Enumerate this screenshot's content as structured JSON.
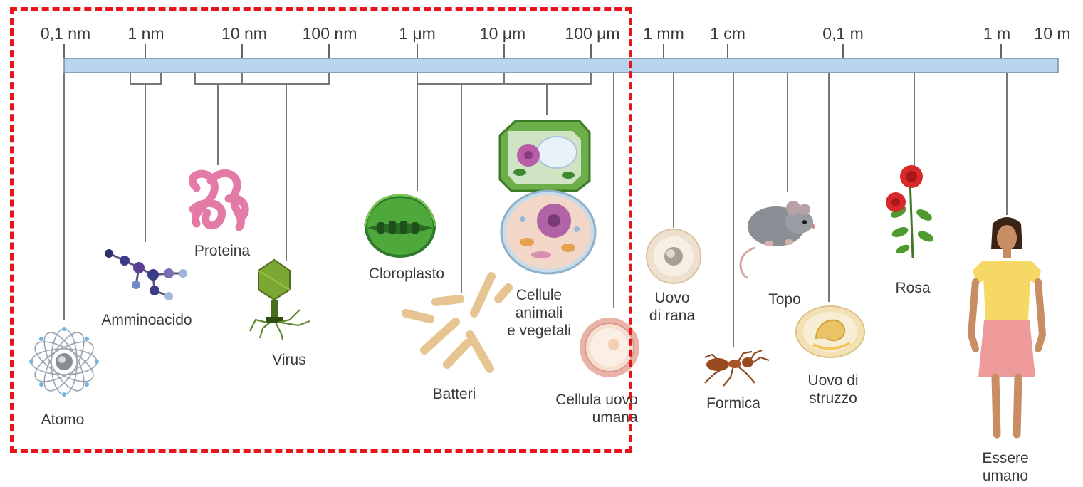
{
  "scale": {
    "ticks": [
      "0,1 nm",
      "1 nm",
      "10 nm",
      "100 nm",
      "1 μm",
      "10 μm",
      "100 μm",
      "1 mm",
      "1 cm",
      "0,1 m",
      "1 m",
      "10 m"
    ]
  },
  "items": [
    {
      "label": "Atomo",
      "icon": "atom-icon"
    },
    {
      "label": "Amminoacido",
      "icon": "amino-acid-molecule-icon"
    },
    {
      "label": "Proteina",
      "icon": "protein-icon"
    },
    {
      "label": "Virus",
      "icon": "virus-icon"
    },
    {
      "label": "Cloroplasto",
      "icon": "chloroplast-icon"
    },
    {
      "label": "Batteri",
      "icon": "bacteria-icon"
    },
    {
      "label": "Cellule\nanimali\ne vegetali",
      "icon": "cells-icon"
    },
    {
      "label": "Cellula uovo\numana",
      "icon": "human-egg-cell-icon"
    },
    {
      "label": "Uovo\ndi rana",
      "icon": "frog-egg-icon"
    },
    {
      "label": "Formica",
      "icon": "ant-icon"
    },
    {
      "label": "Topo",
      "icon": "mouse-icon"
    },
    {
      "label": "Uovo di\nstruzzo",
      "icon": "ostrich-egg-icon"
    },
    {
      "label": "Rosa",
      "icon": "rose-icon"
    },
    {
      "label": "Essere\numano",
      "icon": "human-icon"
    }
  ],
  "colors": {
    "scale_bar": "#b8d4ee",
    "highlight_frame": "#e8141c"
  }
}
